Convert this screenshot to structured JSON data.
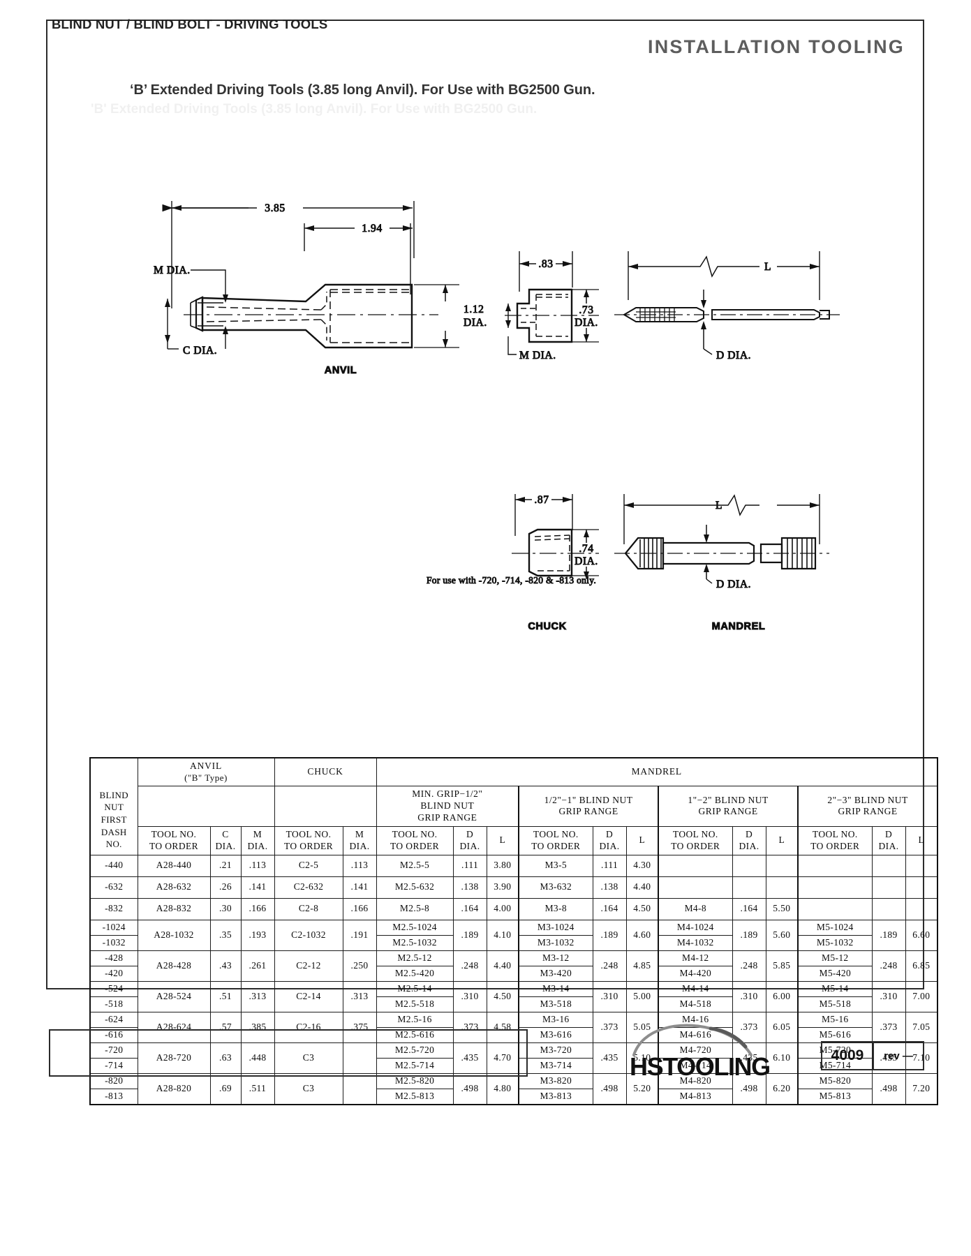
{
  "header": {
    "title": "INSTALLATION TOOLING",
    "subtitle": "‘B’ Extended Driving Tools (3.85 long Anvil). For Use with BG2500 Gun.",
    "ghost_line": "'B' Extended Driving Tools (3.85 long Anvil). For Use with BG2500 Gun."
  },
  "drawings": {
    "anvil": {
      "label": "ANVIL",
      "dim_overall": "3.85",
      "dim_body": "1.94",
      "dim_diameter": "1.12",
      "dim_diameter_unit": "DIA.",
      "label_m_dia": "M DIA.",
      "label_c_dia": "C DIA."
    },
    "chuck_top": {
      "dim_length": ".83",
      "dim_diameter": ".73",
      "dim_diameter_unit": "DIA.",
      "label_m_dia": "M DIA."
    },
    "mandrel_top": {
      "dim_length": "L",
      "label_d_dia": "D DIA."
    },
    "chuck_bottom": {
      "label": "CHUCK",
      "dim_length": ".87",
      "dim_diameter": ".74",
      "dim_diameter_unit": "DIA.",
      "note": "For use with -720, -714, -820 & -813 only."
    },
    "mandrel_bottom": {
      "label": "MANDREL",
      "dim_length": "L",
      "label_d_dia": "D DIA."
    }
  },
  "table": {
    "groups": {
      "blind_nut_first_dash_no": "BLIND\nNUT\nFIRST\nDASH\nNO.",
      "anvil": "ANVIL",
      "anvil_sub": "(\"B\" Type)",
      "chuck": "CHUCK",
      "mandrel": "MANDREL"
    },
    "grip_ranges": {
      "min_half": "MIN. GRIP−1/2\"\nBLIND NUT\nGRIP RANGE",
      "half_one": "1/2\"−1\" BLIND NUT\nGRIP RANGE",
      "one_two": "1\"−2\" BLIND NUT\nGRIP RANGE",
      "two_three": "2\"−3\" BLIND NUT\nGRIP RANGE"
    },
    "col_labels": {
      "blind_nut": [
        "BLIND",
        "NUT",
        "FIRST",
        "DASH",
        "NO."
      ],
      "tool_no_to_order": [
        "TOOL NO.",
        "TO ORDER"
      ],
      "c_dia": [
        "C",
        "DIA."
      ],
      "m_dia": [
        "M",
        "DIA."
      ],
      "d_dia": [
        "D",
        "DIA."
      ],
      "l": "L"
    },
    "rows": [
      {
        "dash": [
          "-440"
        ],
        "anvil_tool": "A28-440",
        "anvil_c": ".21",
        "anvil_m": ".113",
        "chuck_tool": "C2-5",
        "chuck_m": ".113",
        "m25_tools": [
          "M2.5-5"
        ],
        "m25_d": ".111",
        "m25_l": "3.80",
        "m3_tools": [
          "M3-5"
        ],
        "m3_d": ".111",
        "m3_l": "4.30",
        "m4_tools": [],
        "m4_d": "",
        "m4_l": "",
        "m5_tools": [],
        "m5_d": "",
        "m5_l": ""
      },
      {
        "dash": [
          "-632"
        ],
        "anvil_tool": "A28-632",
        "anvil_c": ".26",
        "anvil_m": ".141",
        "chuck_tool": "C2-632",
        "chuck_m": ".141",
        "m25_tools": [
          "M2.5-632"
        ],
        "m25_d": ".138",
        "m25_l": "3.90",
        "m3_tools": [
          "M3-632"
        ],
        "m3_d": ".138",
        "m3_l": "4.40",
        "m4_tools": [],
        "m4_d": "",
        "m4_l": "",
        "m5_tools": [],
        "m5_d": "",
        "m5_l": ""
      },
      {
        "dash": [
          "-832"
        ],
        "anvil_tool": "A28-832",
        "anvil_c": ".30",
        "anvil_m": ".166",
        "chuck_tool": "C2-8",
        "chuck_m": ".166",
        "m25_tools": [
          "M2.5-8"
        ],
        "m25_d": ".164",
        "m25_l": "4.00",
        "m3_tools": [
          "M3-8"
        ],
        "m3_d": ".164",
        "m3_l": "4.50",
        "m4_tools": [
          "M4-8"
        ],
        "m4_d": ".164",
        "m4_l": "5.50",
        "m5_tools": [],
        "m5_d": "",
        "m5_l": ""
      },
      {
        "dash": [
          "-1024",
          "-1032"
        ],
        "anvil_tool": "A28-1032",
        "anvil_c": ".35",
        "anvil_m": ".193",
        "chuck_tool": "C2-1032",
        "chuck_m": ".191",
        "m25_tools": [
          "M2.5-1024",
          "M2.5-1032"
        ],
        "m25_d": ".189",
        "m25_l": "4.10",
        "m3_tools": [
          "M3-1024",
          "M3-1032"
        ],
        "m3_d": ".189",
        "m3_l": "4.60",
        "m4_tools": [
          "M4-1024",
          "M4-1032"
        ],
        "m4_d": ".189",
        "m4_l": "5.60",
        "m5_tools": [
          "M5-1024",
          "M5-1032"
        ],
        "m5_d": ".189",
        "m5_l": "6.60"
      },
      {
        "dash": [
          "-428",
          "-420"
        ],
        "anvil_tool": "A28-428",
        "anvil_c": ".43",
        "anvil_m": ".261",
        "chuck_tool": "C2-12",
        "chuck_m": ".250",
        "m25_tools": [
          "M2.5-12",
          "M2.5-420"
        ],
        "m25_d": ".248",
        "m25_l": "4.40",
        "m3_tools": [
          "M3-12",
          "M3-420"
        ],
        "m3_d": ".248",
        "m3_l": "4.85",
        "m4_tools": [
          "M4-12",
          "M4-420"
        ],
        "m4_d": ".248",
        "m4_l": "5.85",
        "m5_tools": [
          "M5-12",
          "M5-420"
        ],
        "m5_d": ".248",
        "m5_l": "6.85"
      },
      {
        "dash": [
          "-524",
          "-518"
        ],
        "anvil_tool": "A28-524",
        "anvil_c": ".51",
        "anvil_m": ".313",
        "chuck_tool": "C2-14",
        "chuck_m": ".313",
        "m25_tools": [
          "M2.5-14",
          "M2.5-518"
        ],
        "m25_d": ".310",
        "m25_l": "4.50",
        "m3_tools": [
          "M3-14",
          "M3-518"
        ],
        "m3_d": ".310",
        "m3_l": "5.00",
        "m4_tools": [
          "M4-14",
          "M4-518"
        ],
        "m4_d": ".310",
        "m4_l": "6.00",
        "m5_tools": [
          "M5-14",
          "M5-518"
        ],
        "m5_d": ".310",
        "m5_l": "7.00"
      },
      {
        "dash": [
          "-624",
          "-616"
        ],
        "anvil_tool": "A28-624",
        "anvil_c": ".57",
        "anvil_m": ".385",
        "chuck_tool": "C2-16",
        "chuck_m": ".375",
        "m25_tools": [
          "M2.5-16",
          "M2.5-616"
        ],
        "m25_d": ".373",
        "m25_l": "4.58",
        "m3_tools": [
          "M3-16",
          "M3-616"
        ],
        "m3_d": ".373",
        "m3_l": "5.05",
        "m4_tools": [
          "M4-16",
          "M4-616"
        ],
        "m4_d": ".373",
        "m4_l": "6.05",
        "m5_tools": [
          "M5-16",
          "M5-616"
        ],
        "m5_d": ".373",
        "m5_l": "7.05"
      },
      {
        "dash": [
          "-720",
          "-714"
        ],
        "anvil_tool": "A28-720",
        "anvil_c": ".63",
        "anvil_m": ".448",
        "chuck_tool": "C3",
        "chuck_m": "",
        "m25_tools": [
          "M2.5-720",
          "M2.5-714"
        ],
        "m25_d": ".435",
        "m25_l": "4.70",
        "m3_tools": [
          "M3-720",
          "M3-714"
        ],
        "m3_d": ".435",
        "m3_l": "5.10",
        "m4_tools": [
          "M4-720",
          "M4-714"
        ],
        "m4_d": ".435",
        "m4_l": "6.10",
        "m5_tools": [
          "M5-720",
          "M5-714"
        ],
        "m5_d": ".435",
        "m5_l": "7.10"
      },
      {
        "dash": [
          "-820",
          "-813"
        ],
        "anvil_tool": "A28-820",
        "anvil_c": ".69",
        "anvil_m": ".511",
        "chuck_tool": "C3",
        "chuck_m": "",
        "m25_tools": [
          "M2.5-820",
          "M2.5-813"
        ],
        "m25_d": ".498",
        "m25_l": "4.80",
        "m3_tools": [
          "M3-820",
          "M3-813"
        ],
        "m3_d": ".498",
        "m3_l": "5.20",
        "m4_tools": [
          "M4-820",
          "M4-813"
        ],
        "m4_d": ".498",
        "m4_l": "6.20",
        "m5_tools": [
          "M5-820",
          "M5-813"
        ],
        "m5_d": ".498",
        "m5_l": "7.20"
      }
    ]
  },
  "footer": {
    "caption": "BLIND NUT / BLIND BOLT - DRIVING TOOLS",
    "logo_hs": "HS",
    "logo_tooling": "TOOLING",
    "page_number": "4009",
    "revision": "rev —"
  }
}
